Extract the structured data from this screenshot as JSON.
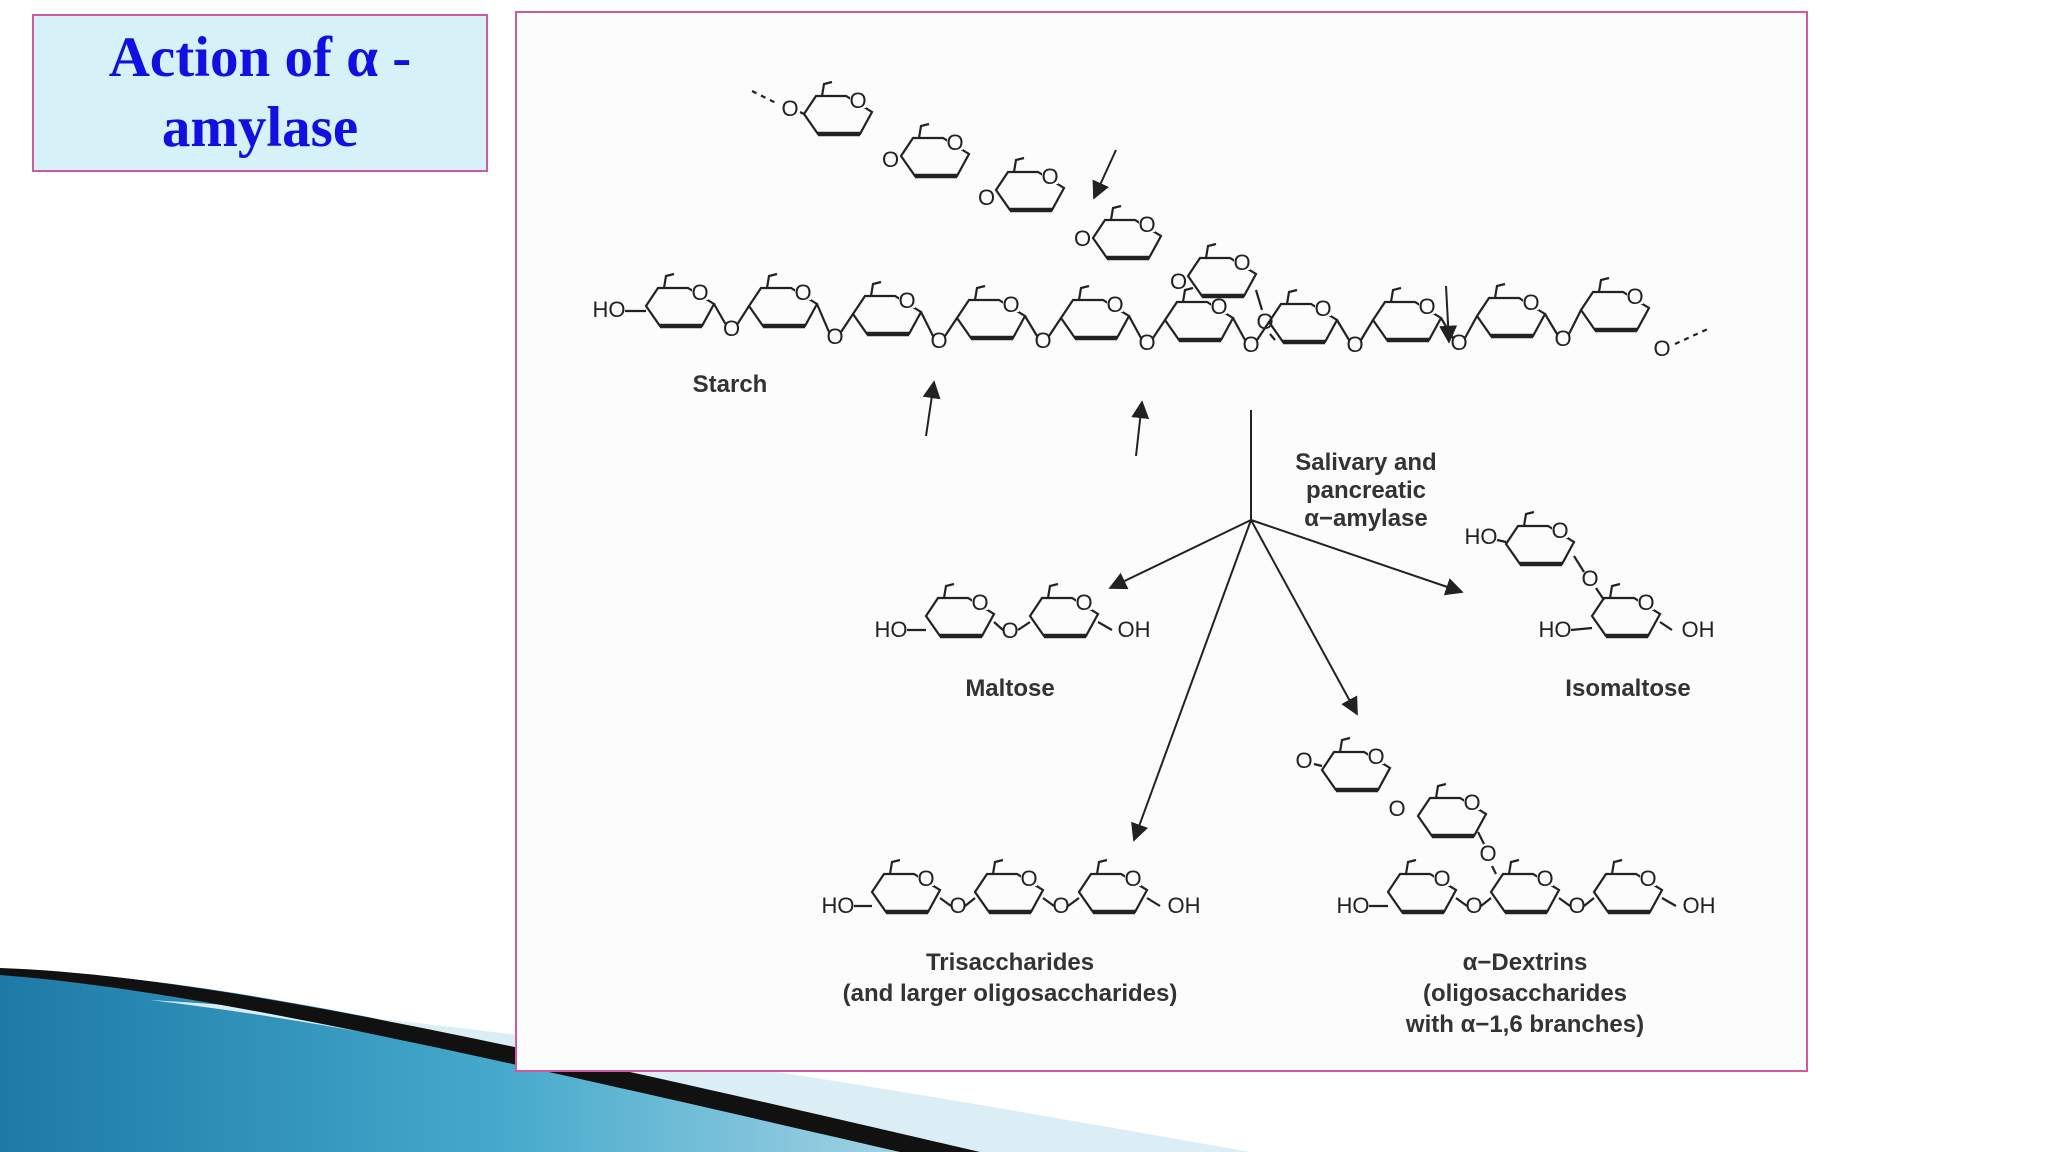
{
  "slide": {
    "title": "Action of α - amylase",
    "colors": {
      "title_text": "#1010e0",
      "title_bg": "#d7f1f8",
      "frame_border": "#d05aa0"
    }
  },
  "diagram": {
    "starch_label": "Starch",
    "enzyme_label": [
      "Salivary and",
      "pancreatic",
      "α−amylase"
    ],
    "maltose_label": "Maltose",
    "isomaltose_label": "Isomaltose",
    "trisaccharides_label": [
      "Trisaccharides",
      "(and larger oligosaccharides)"
    ],
    "dextrins_label": [
      "α−Dextrins",
      "(oligosaccharides",
      "with α−1,6 branches)"
    ],
    "atoms": {
      "ho": "HO",
      "oh": "OH",
      "o": "O"
    }
  }
}
